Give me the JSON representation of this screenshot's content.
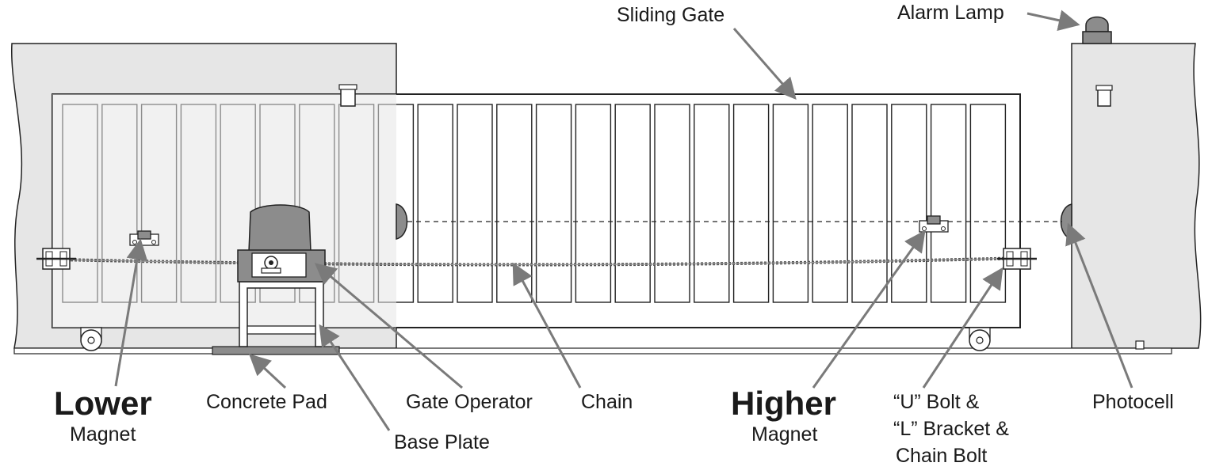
{
  "labels": {
    "sliding_gate": "Sliding Gate",
    "alarm_lamp": "Alarm Lamp",
    "lower": "Lower",
    "lower_magnet": "Magnet",
    "concrete_pad": "Concrete Pad",
    "base_plate": "Base Plate",
    "gate_operator": "Gate Operator",
    "chain": "Chain",
    "higher": "Higher",
    "higher_magnet": "Magnet",
    "u_bolt_line1": "“U” Bolt &",
    "u_bolt_line2": "“L” Bracket &",
    "u_bolt_line3": "Chain Bolt",
    "photocell": "Photocell"
  },
  "colors": {
    "wall_fill": "#e6e6e6",
    "line": "#222222",
    "operator_fill": "#8c8c8c",
    "arrow": "#7a7a7a"
  }
}
